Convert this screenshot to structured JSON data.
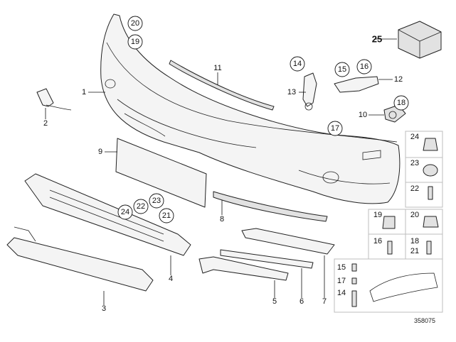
{
  "diagram_id": "358075",
  "labels": {
    "l1": "1",
    "l2": "2",
    "l3": "3",
    "l4": "4",
    "l5": "5",
    "l6": "6",
    "l7": "7",
    "l8": "8",
    "l9": "9",
    "l10": "10",
    "l11": "11",
    "l12": "12",
    "l13": "13",
    "c14": "14",
    "c15": "15",
    "c16": "16",
    "c17": "17",
    "c18": "18",
    "c19": "19",
    "c20": "20",
    "c21": "21",
    "c22": "22",
    "c23": "23",
    "c24": "24",
    "l25": "25"
  },
  "sidebox": {
    "s24": "24",
    "s23": "23",
    "s22": "22",
    "s19": "19",
    "s20": "20",
    "s16": "16",
    "s18": "18",
    "s21": "21",
    "s15": "15",
    "s17": "17",
    "s14": "14"
  }
}
